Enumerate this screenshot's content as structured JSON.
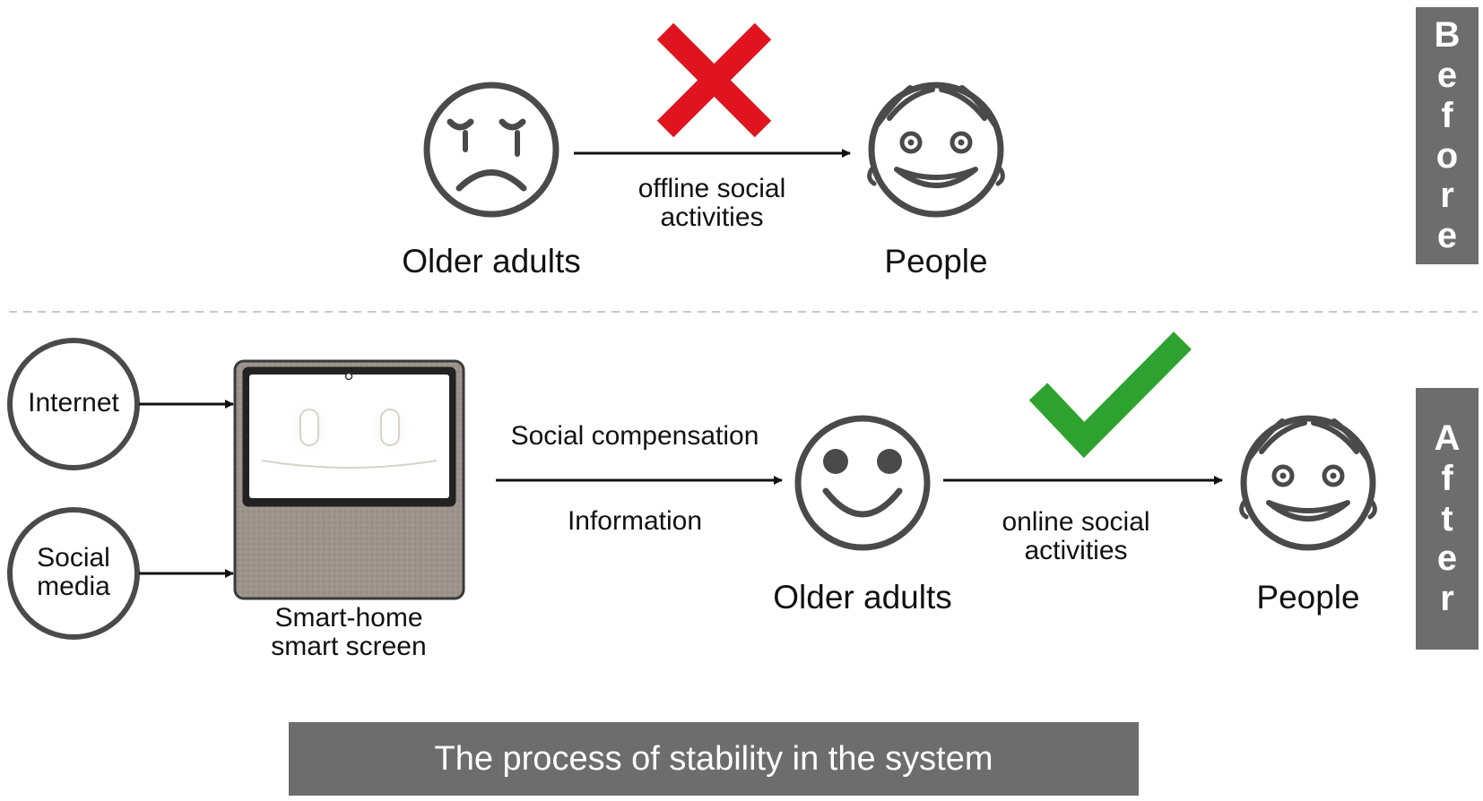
{
  "before": {
    "tab_label": "Before",
    "source_label": "Older adults",
    "target_label": "People",
    "edge_label_lines": [
      "offline social",
      "activities"
    ],
    "status_icon": "cross-icon",
    "status_color": "#e0141e"
  },
  "after": {
    "tab_label": "After",
    "inputs": [
      {
        "lines": [
          "Internet"
        ]
      },
      {
        "lines": [
          "Social",
          "media"
        ]
      }
    ],
    "device_label_lines": [
      "Smart-home",
      "smart screen"
    ],
    "compensation_label": "Social compensation",
    "information_label": "Information",
    "middle_label": "Older adults",
    "edge_label_lines": [
      "online social",
      "activities"
    ],
    "target_label": "People",
    "status_icon": "check-icon",
    "status_color": "#2ea22e"
  },
  "footer": {
    "title": "The process of stability in the system"
  },
  "colors": {
    "stroke": "#4a4a4a",
    "tab_bg": "#6d6d6d",
    "divider": "#c8c8c8",
    "device_fabric": "#9b938c"
  }
}
